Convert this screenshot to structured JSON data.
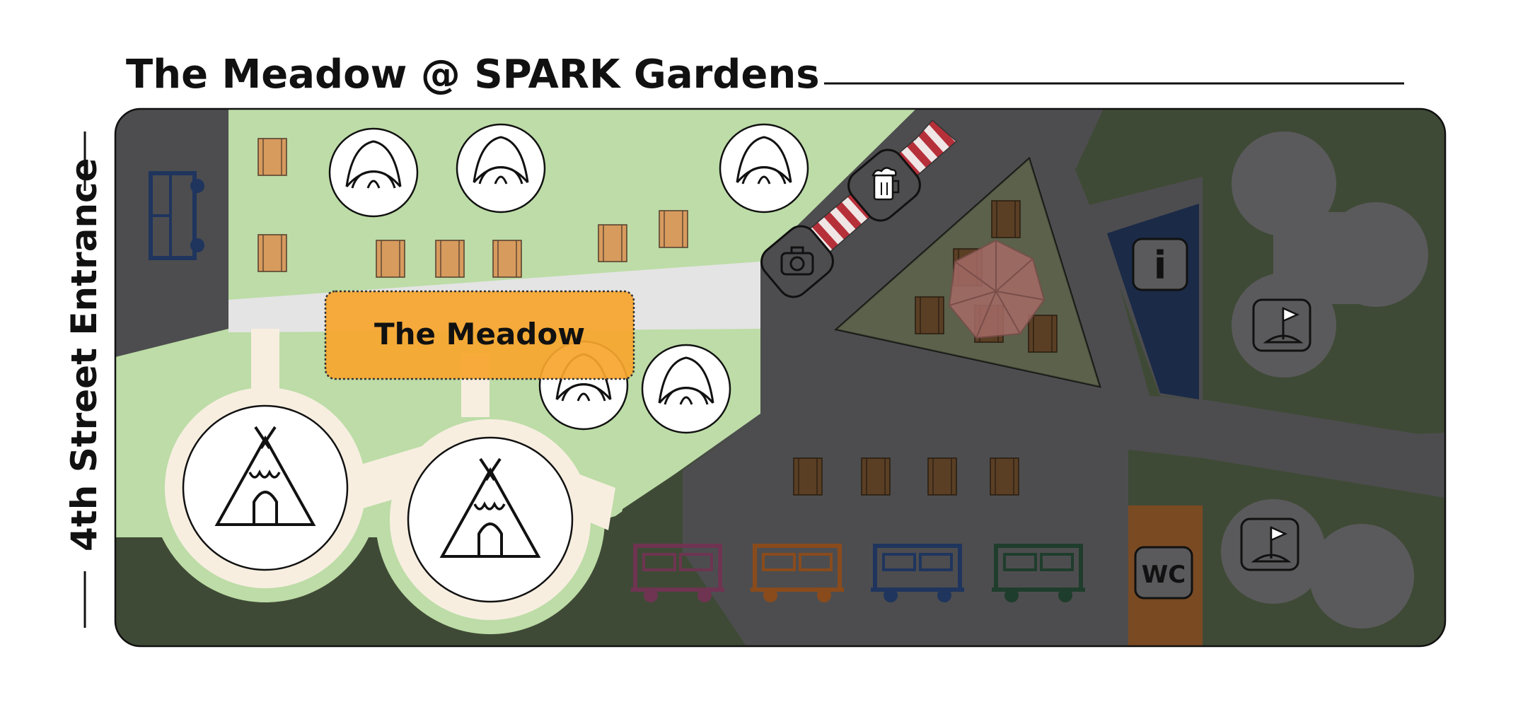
{
  "map": {
    "title": "The Meadow @ SPARK Gardens",
    "side_label": "4th Street Entrance",
    "area_label": "The Meadow",
    "info_label": "i",
    "wc_label": "WC",
    "colors": {
      "meadow_green": "#bddca7",
      "dark_green": "#3f4a36",
      "asphalt": "#4d4d4f",
      "path_gray": "#e4e4e4",
      "sand_path": "#f7eee0",
      "area_label_fill": "#f7a52d",
      "info_blue": "#1b2a47",
      "wc_brown": "#7a4a23",
      "table_orange": "#d79b5e",
      "table_dark": "#5a3f25",
      "striped_walkway": "#b6303a"
    },
    "icons": [
      "bus-icon",
      "dome-tent-icon",
      "teepee-icon",
      "camera-icon",
      "beer-mug-icon",
      "info-icon",
      "golf-flag-icon",
      "food-truck-icon",
      "umbrella-icon",
      "picnic-table-icon"
    ],
    "food_truck_colors": [
      "#6e3451",
      "#8a4b1c",
      "#1f355e",
      "#1f3d2c"
    ]
  }
}
